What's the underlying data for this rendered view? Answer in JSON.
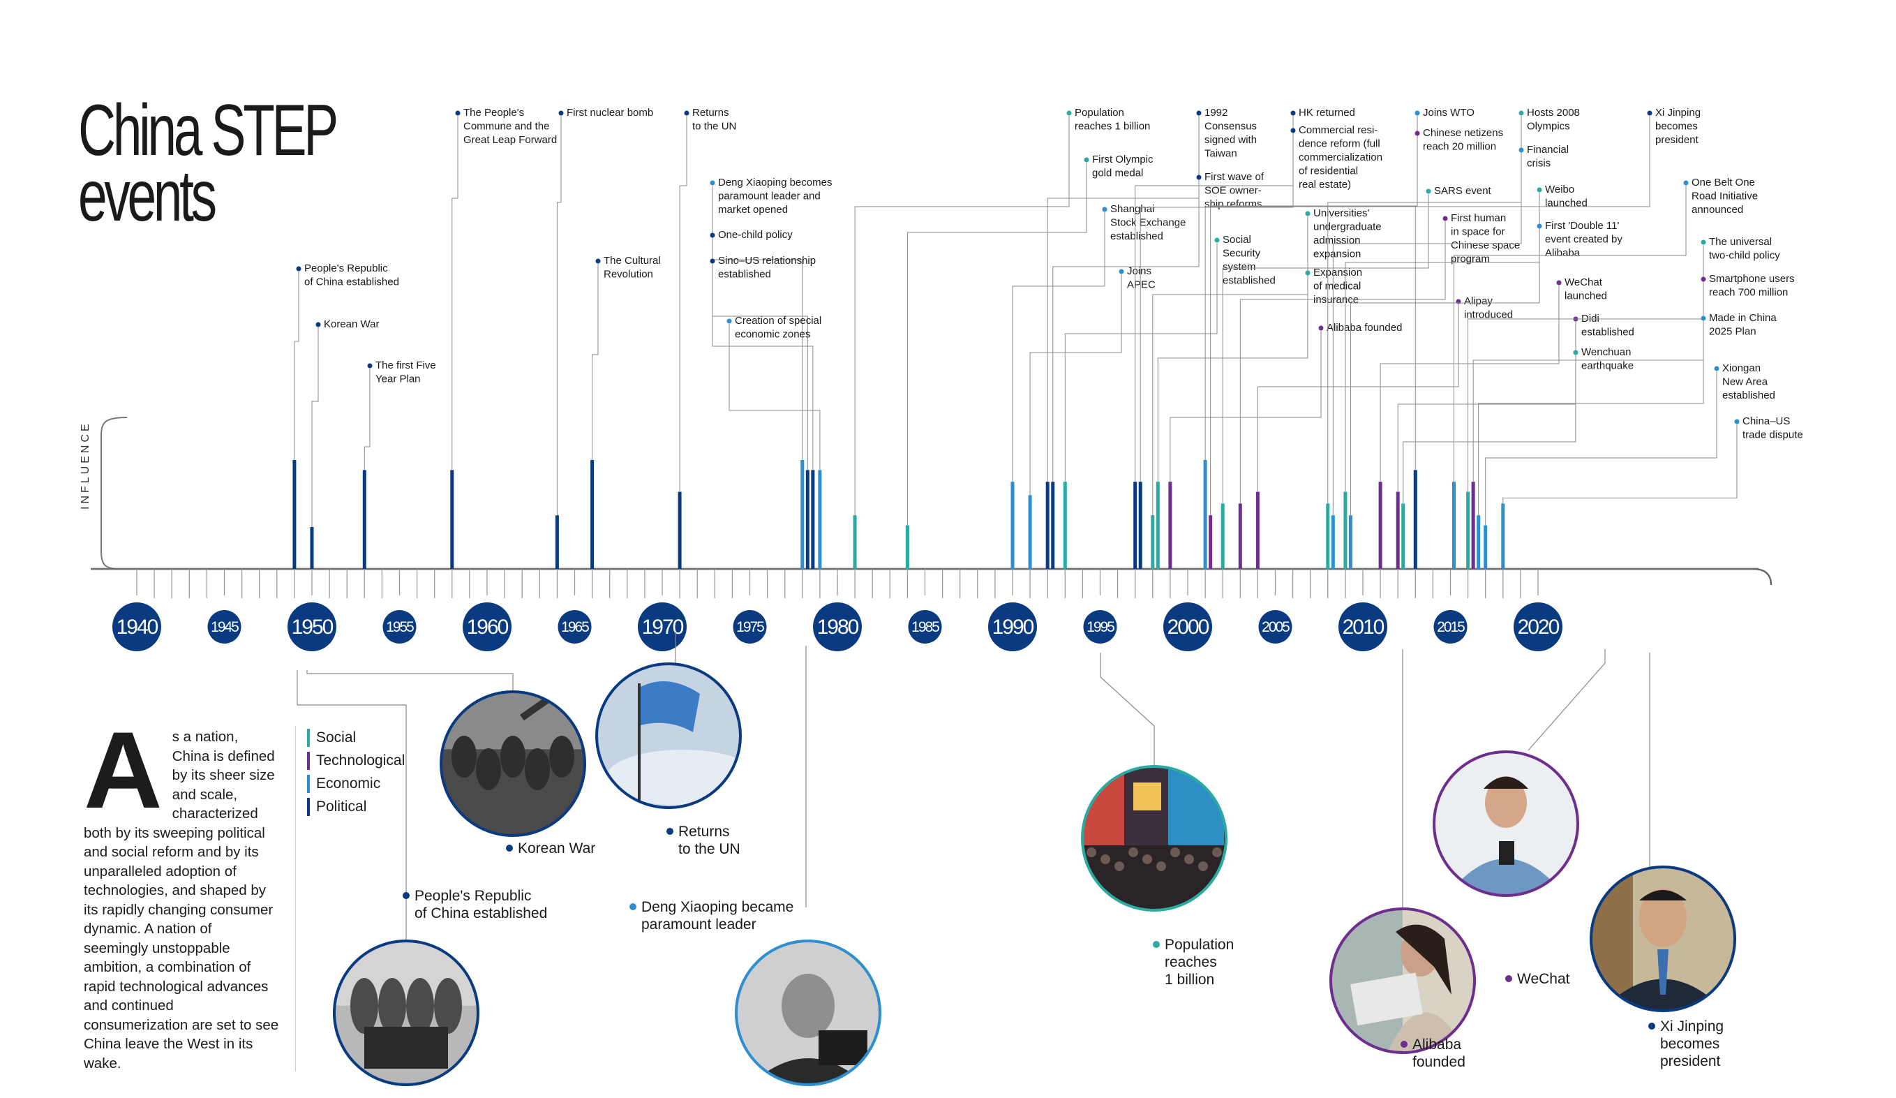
{
  "title_lines": [
    "China STEP",
    "events"
  ],
  "influence_label": "INFLUENCE",
  "intro": {
    "dropcap": "A",
    "text": "s a nation, China is defined by its sheer size and scale, characterized both by its sweeping political and social reform and by its unparalleled adoption of technologies, and shaped by its rapidly changing consumer dynamic. A nation of seemingly unstoppable ambition, a combination of rapid technological advances and continued consumerization are set to see China leave the West in its wake."
  },
  "colors": {
    "social": "#2aaaa0",
    "technological": "#6e2e8e",
    "economic": "#2d8fd0",
    "political": "#0a3a80",
    "axis": "#666666",
    "year_circle": "#0a3a80"
  },
  "legend": [
    {
      "label": "Social",
      "category": "social"
    },
    {
      "label": "Technological",
      "category": "technological"
    },
    {
      "label": "Economic",
      "category": "economic"
    },
    {
      "label": "Political",
      "category": "political"
    }
  ],
  "years_labeled": [
    "1940",
    "1945",
    "1950",
    "1955",
    "1960",
    "1965",
    "1970",
    "1975",
    "1980",
    "1985",
    "1990",
    "1995",
    "2000",
    "2005",
    "2010",
    "2015",
    "2020"
  ],
  "events": [
    {
      "year": 1949,
      "category": "political",
      "influence": 0.65,
      "lines": [
        "People's Republic",
        "of China established"
      ]
    },
    {
      "year": 1950,
      "category": "political",
      "influence": 0.25,
      "lines": [
        "Korean War"
      ]
    },
    {
      "year": 1953,
      "category": "political",
      "influence": 0.59,
      "lines": [
        "The first Five",
        "Year Plan"
      ]
    },
    {
      "year": 1958,
      "category": "political",
      "influence": 0.59,
      "lines": [
        "The People's",
        "Commune and the",
        "Great Leap Forward"
      ]
    },
    {
      "year": 1964,
      "category": "political",
      "influence": 0.32,
      "lines": [
        "First nuclear bomb"
      ]
    },
    {
      "year": 1966,
      "category": "political",
      "influence": 0.65,
      "lines": [
        "The Cultural",
        "Revolution"
      ]
    },
    {
      "year": 1971,
      "category": "political",
      "influence": 0.46,
      "lines": [
        "Returns",
        "to the UN"
      ]
    },
    {
      "year": 1978,
      "category": "economic",
      "influence": 0.65,
      "lines": [
        "Deng Xiaoping becomes",
        "paramount leader and",
        "market opened"
      ]
    },
    {
      "year": 1978.3,
      "category": "political",
      "influence": 0.59,
      "lines": [
        "One-child policy"
      ]
    },
    {
      "year": 1978.6,
      "category": "political",
      "influence": 0.59,
      "lines": [
        "Sino–US relationship",
        "established"
      ]
    },
    {
      "year": 1979,
      "category": "economic",
      "influence": 0.59,
      "lines": [
        "Creation of special",
        "economic zones"
      ]
    },
    {
      "year": 1981,
      "category": "social",
      "influence": 0.32,
      "lines": [
        "Population",
        "reaches 1 billion"
      ]
    },
    {
      "year": 1984,
      "category": "social",
      "influence": 0.26,
      "lines": [
        "First Olympic",
        "gold medal"
      ]
    },
    {
      "year": 1990,
      "category": "economic",
      "influence": 0.52,
      "lines": [
        "Shanghai",
        "Stock Exchange",
        "established"
      ]
    },
    {
      "year": 1991,
      "category": "economic",
      "influence": 0.44,
      "lines": [
        "Joins",
        "APEC"
      ]
    },
    {
      "year": 1992,
      "category": "political",
      "influence": 0.52,
      "lines": [
        "1992",
        "Consensus",
        "signed with",
        "Taiwan"
      ]
    },
    {
      "year": 1992.3,
      "category": "political",
      "influence": 0.52,
      "lines": [
        "First wave of",
        "SOE owner-",
        "ship reforms"
      ]
    },
    {
      "year": 1993,
      "category": "social",
      "influence": 0.52,
      "lines": [
        "Social",
        "Security",
        "system",
        "established"
      ]
    },
    {
      "year": 1997,
      "category": "political",
      "influence": 0.52,
      "lines": [
        "HK returned"
      ]
    },
    {
      "year": 1997.3,
      "category": "political",
      "influence": 0.52,
      "lines": [
        "Commercial resi-",
        "dence reform (full",
        "commercialization",
        "of residential",
        "real estate)"
      ]
    },
    {
      "year": 1998,
      "category": "social",
      "influence": 0.32,
      "lines": [
        "Universities'",
        "undergraduate",
        "admission",
        "expansion"
      ]
    },
    {
      "year": 1998.3,
      "category": "social",
      "influence": 0.52,
      "lines": [
        "Expansion",
        "of medical",
        "insurance"
      ]
    },
    {
      "year": 1999,
      "category": "technological",
      "influence": 0.52,
      "lines": [
        "Alibaba founded"
      ]
    },
    {
      "year": 2001,
      "category": "economic",
      "influence": 0.65,
      "lines": [
        "Joins WTO"
      ]
    },
    {
      "year": 2001.3,
      "category": "technological",
      "influence": 0.32,
      "lines": [
        "Chinese netizens",
        "reach 20 million"
      ]
    },
    {
      "year": 2002,
      "category": "social",
      "influence": 0.39,
      "lines": [
        "SARS event"
      ]
    },
    {
      "year": 2003,
      "category": "technological",
      "influence": 0.39,
      "lines": [
        "First human",
        "in space for",
        "Chinese space",
        "program"
      ]
    },
    {
      "year": 2004,
      "category": "technological",
      "influence": 0.46,
      "lines": [
        "Alipay",
        "introduced"
      ]
    },
    {
      "year": 2008,
      "category": "social",
      "influence": 0.39,
      "lines": [
        "Hosts 2008",
        "Olympics"
      ]
    },
    {
      "year": 2008.3,
      "category": "economic",
      "influence": 0.32,
      "lines": [
        "Financial",
        "crisis"
      ]
    },
    {
      "year": 2009,
      "category": "social",
      "influence": 0.46,
      "lines": [
        "Weibo",
        "launched"
      ]
    },
    {
      "year": 2009.3,
      "category": "economic",
      "influence": 0.32,
      "lines": [
        "First 'Double 11'",
        "event created by",
        "Alibaba"
      ]
    },
    {
      "year": 2011,
      "category": "technological",
      "influence": 0.52,
      "lines": [
        "WeChat",
        "launched"
      ]
    },
    {
      "year": 2012,
      "category": "technological",
      "influence": 0.46,
      "lines": [
        "Didi",
        "established"
      ]
    },
    {
      "year": 2012.3,
      "category": "social",
      "influence": 0.39,
      "lines": [
        "Wenchuan",
        "earthquake"
      ]
    },
    {
      "year": 2013,
      "category": "political",
      "influence": 0.59,
      "lines": [
        "Xi Jinping",
        "becomes",
        "president"
      ]
    },
    {
      "year": 2015.2,
      "category": "economic",
      "influence": 0.52,
      "lines": [
        "One Belt One",
        "Road Initiative",
        "announced"
      ]
    },
    {
      "year": 2016,
      "category": "social",
      "influence": 0.46,
      "lines": [
        "The universal",
        "two-child policy"
      ]
    },
    {
      "year": 2016.3,
      "category": "technological",
      "influence": 0.52,
      "lines": [
        "Smartphone users",
        "reach 700 million"
      ]
    },
    {
      "year": 2016.6,
      "category": "economic",
      "influence": 0.32,
      "lines": [
        "Made in China",
        "2025 Plan"
      ]
    },
    {
      "year": 2017,
      "category": "economic",
      "influence": 0.26,
      "lines": [
        "Xiongan",
        "New Area",
        "established"
      ]
    },
    {
      "year": 2018,
      "category": "economic",
      "influence": 0.39,
      "lines": [
        "China–US",
        "trade dispute"
      ]
    }
  ],
  "photos": [
    {
      "name": "photo-korean-war",
      "category": "political",
      "year": 1950,
      "lines": [
        "Korean War"
      ],
      "scene": "soldiers"
    },
    {
      "name": "photo-prc-established",
      "category": "political",
      "year": 1949,
      "lines": [
        "People's Republic",
        "of China established"
      ],
      "scene": "crowd-bw"
    },
    {
      "name": "photo-returns-un",
      "category": "political",
      "year": 1971,
      "lines": [
        "Returns",
        "to the UN"
      ],
      "scene": "flag"
    },
    {
      "name": "photo-deng-xiaoping",
      "category": "economic",
      "year": 1978,
      "lines": [
        "Deng Xiaoping became",
        "paramount leader"
      ],
      "scene": "portrait-bw"
    },
    {
      "name": "photo-population",
      "category": "social",
      "year": 1981,
      "lines": [
        "Population",
        "reaches",
        "1 billion"
      ],
      "scene": "street-night"
    },
    {
      "name": "photo-alibaba",
      "category": "technological",
      "year": 1999,
      "lines": [
        "Alibaba",
        "founded"
      ],
      "scene": "woman-laptop"
    },
    {
      "name": "photo-wechat",
      "category": "technological",
      "year": 2011,
      "lines": [
        "WeChat"
      ],
      "scene": "man-phone"
    },
    {
      "name": "photo-xi-jinping",
      "category": "political",
      "year": 2013,
      "lines": [
        "Xi Jinping",
        "becomes",
        "president"
      ],
      "scene": "portrait-color"
    }
  ]
}
